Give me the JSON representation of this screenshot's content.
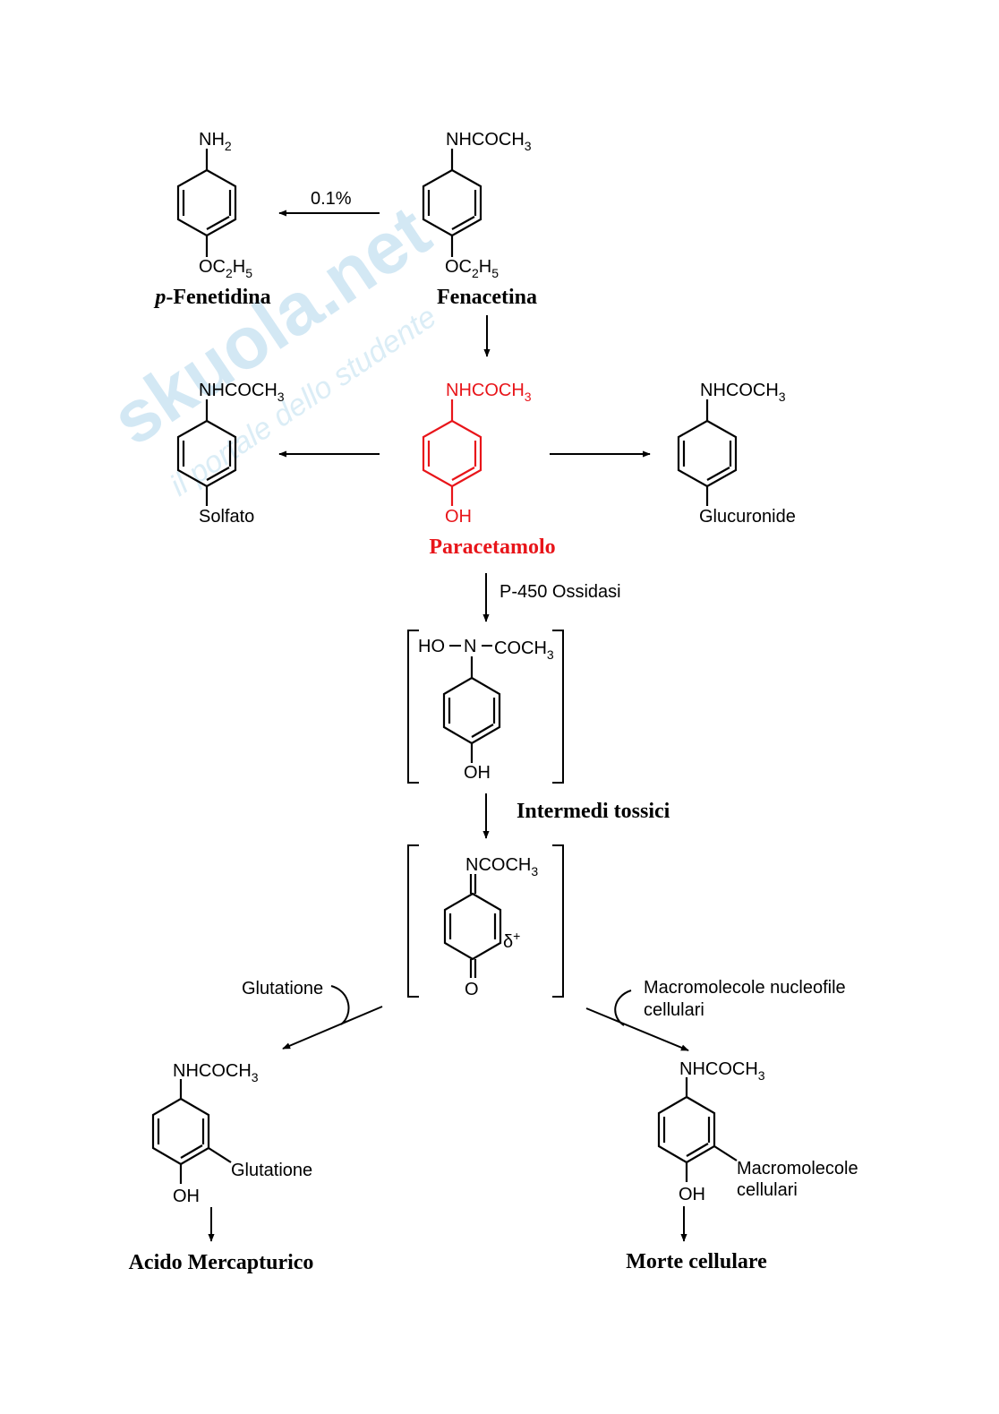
{
  "colors": {
    "highlight": "#e8151a",
    "ink": "#000000",
    "watermark": "#cfe6f3"
  },
  "watermark": {
    "brand": "skuola.net",
    "tagline": "il portale dello studente"
  },
  "fenacetina": {
    "top_main": "NHCOCH",
    "top_sub": "3",
    "bot_a": "OC",
    "bot_sub1": "2",
    "bot_b": "H",
    "bot_sub2": "5",
    "name": "Fenacetina"
  },
  "fenetidina": {
    "top_main": "NH",
    "top_sub": "2",
    "bot_a": "OC",
    "bot_sub1": "2",
    "bot_b": "H",
    "bot_sub2": "5",
    "name_prefix": "p",
    "name_rest": "-Fenetidina"
  },
  "arrow_pct": "0.1%",
  "solfato": {
    "top_main": "NHCOCH",
    "top_sub": "3",
    "bottom": "Solfato"
  },
  "paracetamolo": {
    "top_main": "NHCOCH",
    "top_sub": "3",
    "bottom": "OH",
    "name": "Paracetamolo"
  },
  "glucuronide": {
    "top_main": "NHCOCH",
    "top_sub": "3",
    "bottom": "Glucuronide"
  },
  "enzyme": "P-450 Ossidasi",
  "hydroxy": {
    "ho": "HO",
    "n": "N",
    "coch": "COCH",
    "sub": "3",
    "bottom": "OH"
  },
  "intermedi": "Intermedi tossici",
  "quinone": {
    "top_main": "NCOCH",
    "top_sub": "3",
    "delta": "δ",
    "plus": "+",
    "bottom": "O"
  },
  "glutatione_reagent": "Glutatione",
  "macro_reagent": {
    "line1": "Macromolecole nucleofile",
    "line2": "cellulari"
  },
  "glut_product": {
    "top_main": "NHCOCH",
    "top_sub": "3",
    "side": "Glutatione",
    "bottom": "OH",
    "name": "Acido Mercapturico"
  },
  "macro_product": {
    "top_main": "NHCOCH",
    "top_sub": "3",
    "side1": "Macromolecole",
    "side2": "cellulari",
    "bottom": "OH",
    "name": "Morte cellulare"
  }
}
